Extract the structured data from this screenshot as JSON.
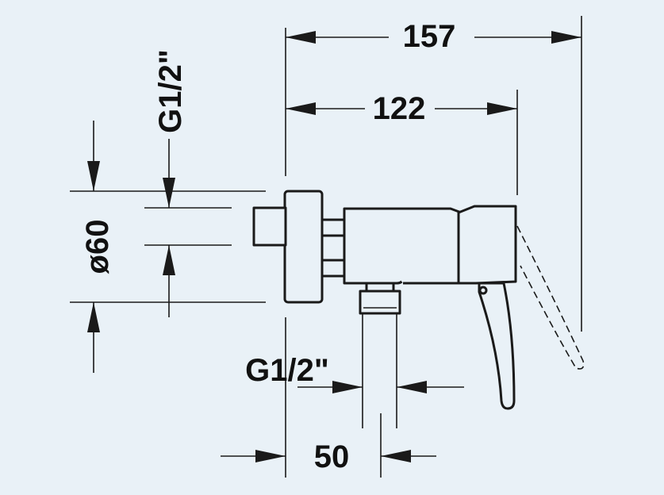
{
  "dimensions": {
    "overall_width": "157",
    "body_width": "122",
    "outlet_spacing": "50",
    "rosette_diameter": "ø60",
    "inlet_thread": "G1/2\"",
    "outlet_thread": "G1/2\""
  },
  "colors": {
    "background": "#e9f1f7",
    "line": "#1a1a1a"
  }
}
